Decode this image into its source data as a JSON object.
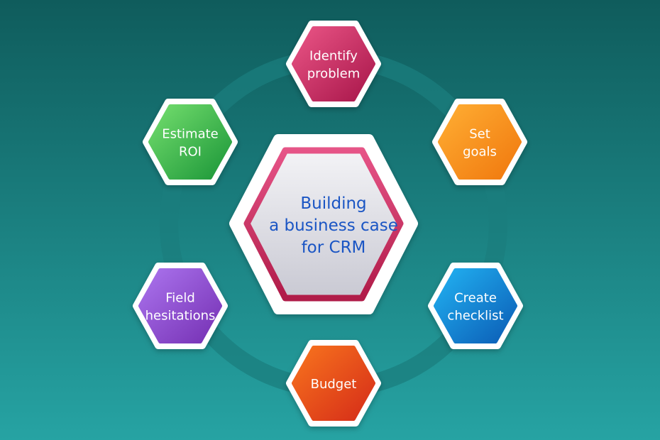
{
  "center": {
    "lines": [
      "Building",
      "a business case",
      "for CRM"
    ]
  },
  "steps": [
    {
      "lines": [
        "Identify",
        "problem"
      ],
      "color_top": "#ea5586",
      "color_bottom": "#a8164a"
    },
    {
      "lines": [
        "Set",
        "goals"
      ],
      "color_top": "#ffae33",
      "color_bottom": "#f0780e"
    },
    {
      "lines": [
        "Create",
        "checklist"
      ],
      "color_top": "#22b2f2",
      "color_bottom": "#0b5cb5"
    },
    {
      "lines": [
        "Budget"
      ],
      "color_top": "#f8741e",
      "color_bottom": "#d52c18"
    },
    {
      "lines": [
        "Field",
        "hesitations"
      ],
      "color_top": "#ab74ee",
      "color_bottom": "#7530b3"
    },
    {
      "lines": [
        "Estimate",
        "ROI"
      ],
      "color_top": "#74de6e",
      "color_bottom": "#1b9638"
    }
  ],
  "colors": {
    "bg_top": "#0f5c5c",
    "bg_bottom": "#26a3a3",
    "ring": "#1b7d7e",
    "center_border": "#d23e6c",
    "center_text": "#1a55c4"
  }
}
